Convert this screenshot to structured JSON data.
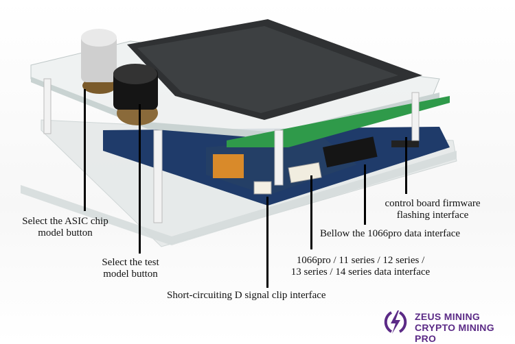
{
  "annotations": {
    "asic_chip_button": [
      "Select the ASIC chip",
      "model button"
    ],
    "test_model_button": [
      "Select the test",
      "model button"
    ],
    "series_data_interface": [
      "1066pro / 11 series / 12 series /",
      "13 series / 14 series data interface"
    ],
    "signal_clip_interface": "Short-circuiting D signal clip interface",
    "bellow_1066pro_interface": "Bellow the 1066pro data interface",
    "firmware_flashing_interface": [
      "control board firmware",
      "flashing interface"
    ]
  },
  "logo": {
    "line1": "ZEUS MINING",
    "line2": "CRYPTO MINING PRO",
    "color": "#5b2a86"
  }
}
